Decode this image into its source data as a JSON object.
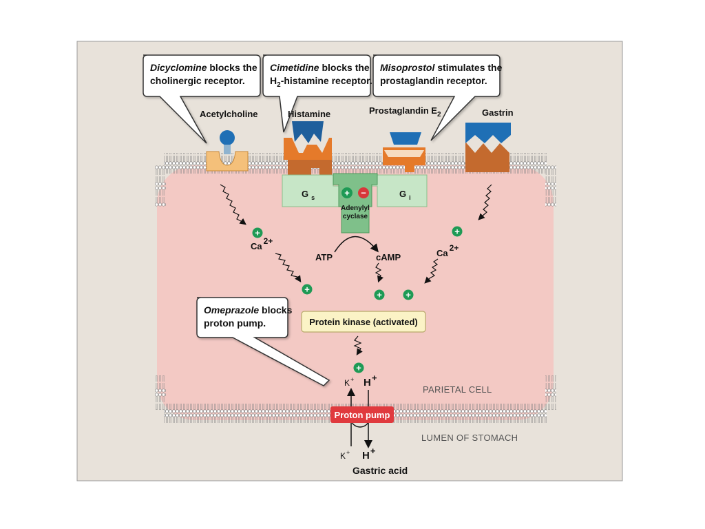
{
  "callouts": {
    "dicyclomine": {
      "drug": "Dicyclomine",
      "line1_rest": " blocks the",
      "line2": "cholinergic receptor."
    },
    "cimetidine": {
      "drug": "Cimetidine",
      "line1_rest": " blocks the",
      "line2_pre": "H",
      "line2_sub": "2",
      "line2_post": "-histamine receptor."
    },
    "misoprostol": {
      "drug": "Misoprostol",
      "line1_rest": " stimulates the",
      "line2": "prostaglandin receptor."
    },
    "omeprazole": {
      "drug": "Omeprazole",
      "line1_rest": " blocks",
      "line2": "proton pump."
    }
  },
  "ligands": {
    "acetylcholine": "Acetylcholine",
    "histamine": "Histamine",
    "prostaglandin": "Prostaglandin E",
    "prostaglandin_sub": "2",
    "gastrin": "Gastrin"
  },
  "proteins": {
    "gs": "G",
    "gs_sub": "s",
    "gi": "G",
    "gi_sub": "i",
    "adenylyl_1": "Adenylyl",
    "adenylyl_2": "cyclase",
    "protein_kinase": "Protein kinase (activated)",
    "proton_pump": "Proton pump"
  },
  "molecules": {
    "atp": "ATP",
    "camp": "cAMP",
    "ca": "Ca",
    "ca_charge": "2+",
    "k": "K",
    "k_charge": "+",
    "h": "H",
    "h_charge": "+",
    "gastric_acid": "Gastric acid"
  },
  "labels": {
    "parietal_cell": "PARIETAL CELL",
    "lumen": "LUMEN OF STOMACH"
  },
  "signs": {
    "plus": "+",
    "minus": "−"
  },
  "colors": {
    "frame_bg": "#e8e2da",
    "cell_fill": "#f3c9c4",
    "receptor_ach": "#f4c07a",
    "receptor_orange": "#e57a2a",
    "receptor_brown": "#c46a2e",
    "ligand_blue": "#1f6fb5",
    "g_protein": "#c7e6c7",
    "adenylyl": "#7fc08a",
    "plus_green": "#1e9a55",
    "minus_red": "#d8373a",
    "kinase_fill": "#fbf3c6",
    "pump_red": "#e03a3e"
  }
}
